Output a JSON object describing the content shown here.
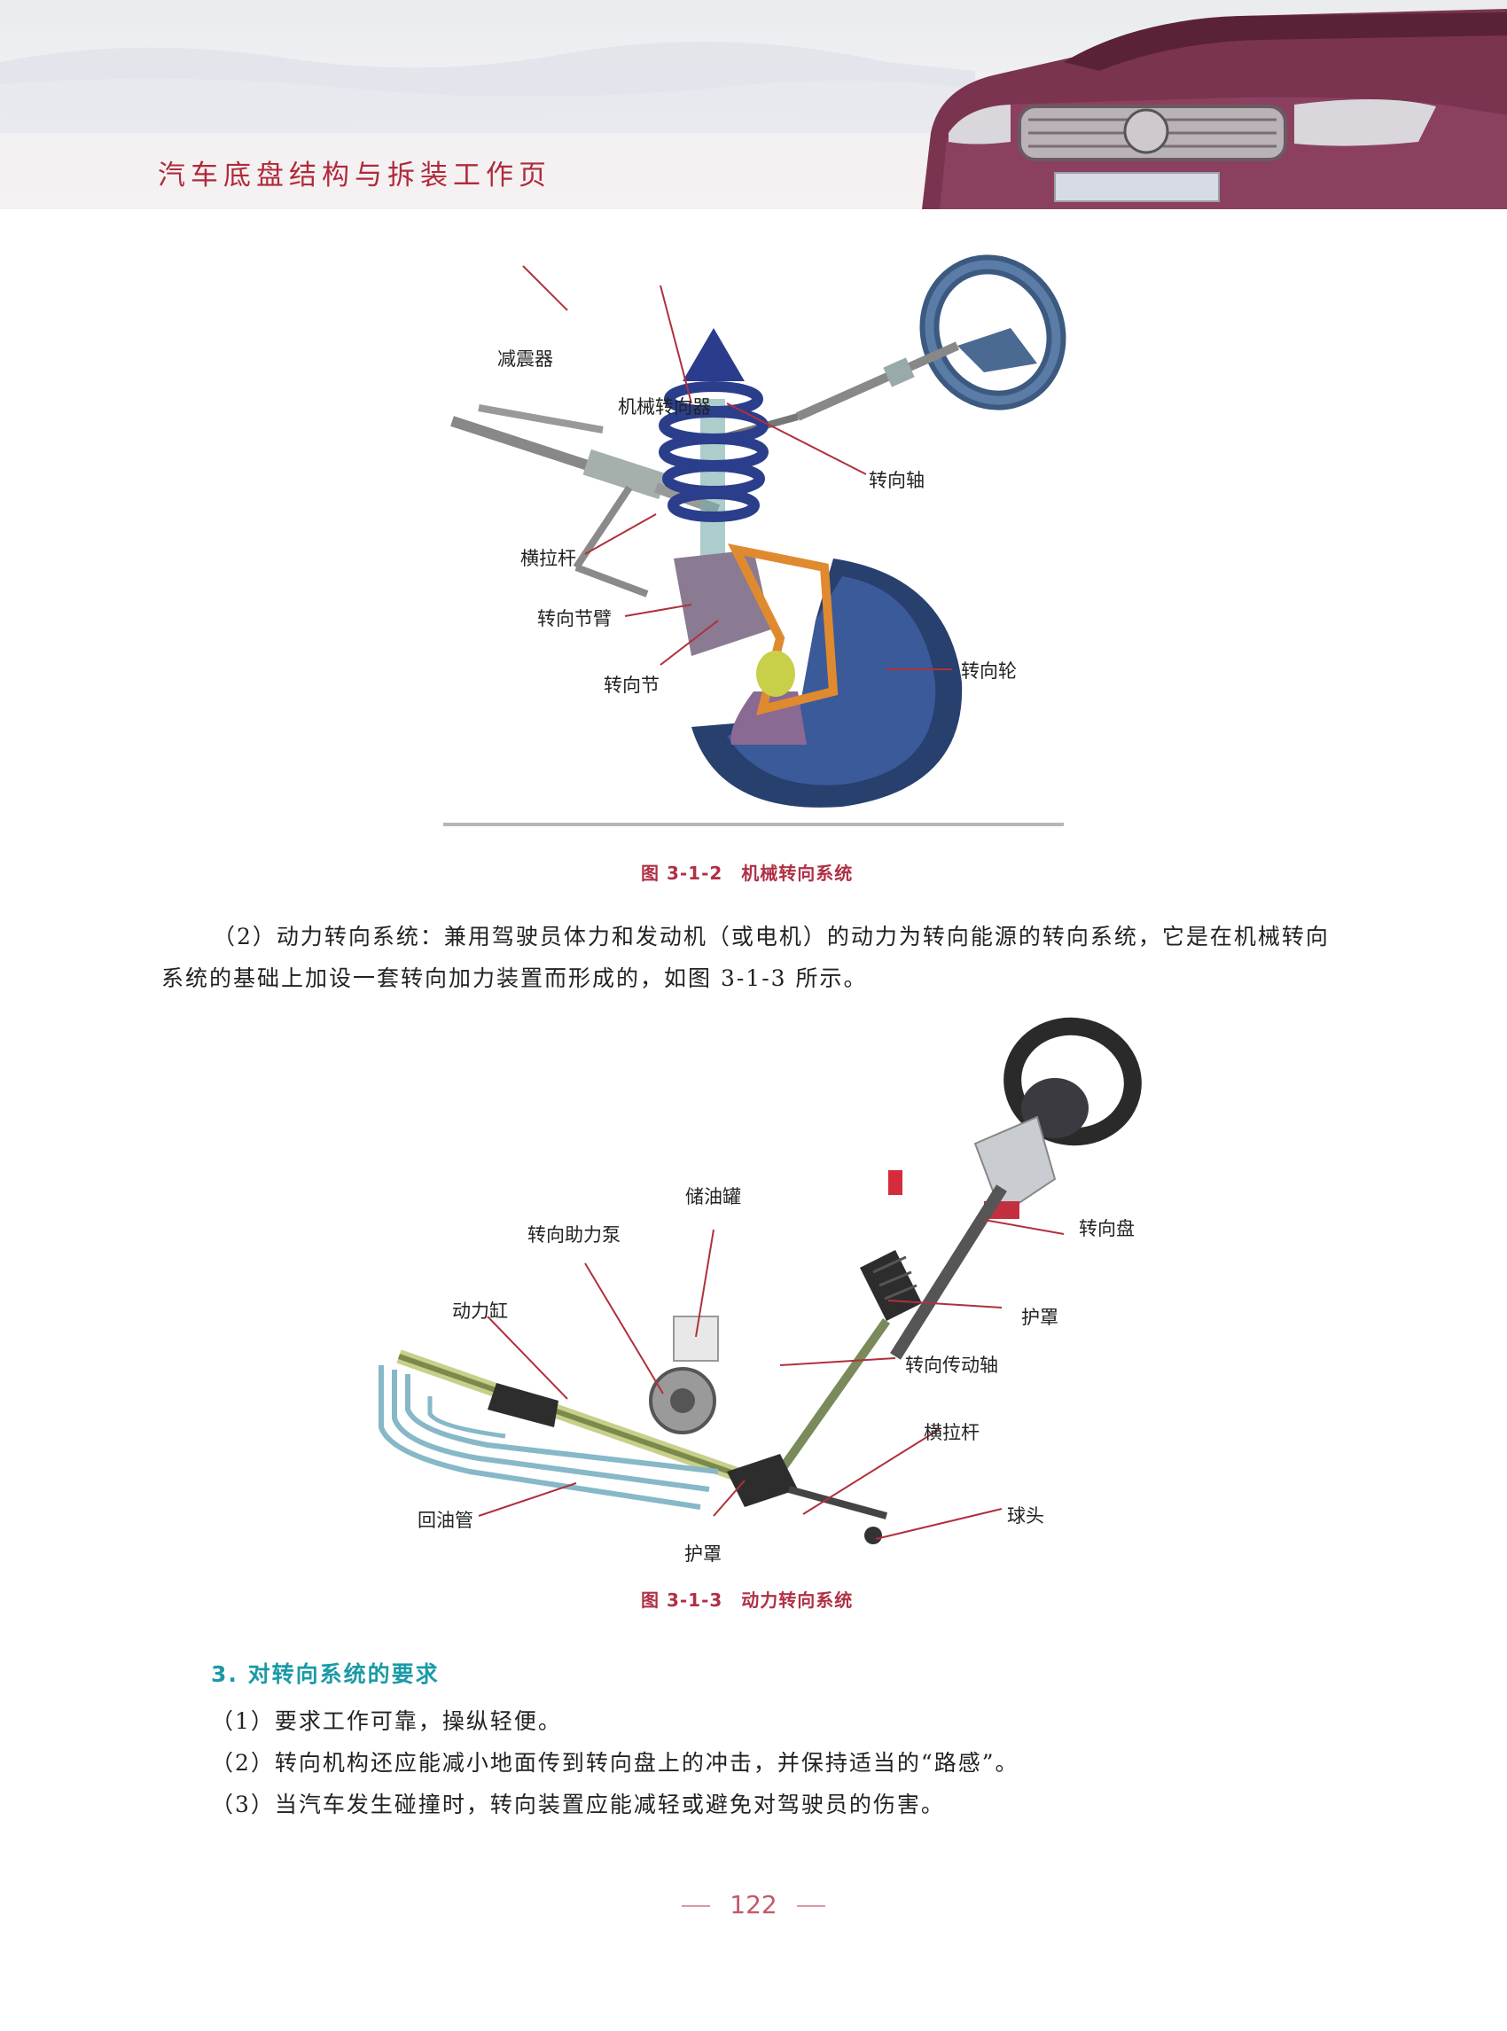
{
  "header": {
    "title": "汽车底盘结构与拆装工作页"
  },
  "figure1": {
    "labels": {
      "shock_absorber": "减震器",
      "mechanical_steering_gear": "机械转向器",
      "steering_shaft": "转向轴",
      "tie_rod": "横拉杆",
      "knuckle_arm": "转向节臂",
      "steering_knuckle": "转向节",
      "steered_wheel": "转向轮"
    },
    "caption": "图 3-1-2　机械转向系统"
  },
  "paragraph": "（2）动力转向系统：兼用驾驶员体力和发动机（或电机）的动力为转向能源的转向系统，它是在机械转向系统的基础上加设一套转向加力装置而形成的，如图 3-1-3 所示。",
  "figure2": {
    "labels": {
      "reservoir": "储油罐",
      "power_pump": "转向助力泵",
      "power_cylinder": "动力缸",
      "steering_wheel": "转向盘",
      "boot_upper": "护罩",
      "drive_shaft": "转向传动轴",
      "tie_rod": "横拉杆",
      "ball_joint": "球头",
      "return_pipe": "回油管",
      "boot_lower": "护罩"
    },
    "caption": "图 3-1-3　动力转向系统"
  },
  "section": {
    "heading": "3. 对转向系统的要求",
    "items": [
      "（1）要求工作可靠，操纵轻便。",
      "（2）转向机构还应能减小地面传到转向盘上的冲击，并保持适当的“路感”。",
      "（3）当汽车发生碰撞时，转向装置应能减轻或避免对驾驶员的伤害。"
    ]
  },
  "page_number": "122",
  "colors": {
    "caption": "#b03045",
    "heading": "#1a9aa6",
    "leader": "#b0303c",
    "header_title": "#b02a3a"
  }
}
